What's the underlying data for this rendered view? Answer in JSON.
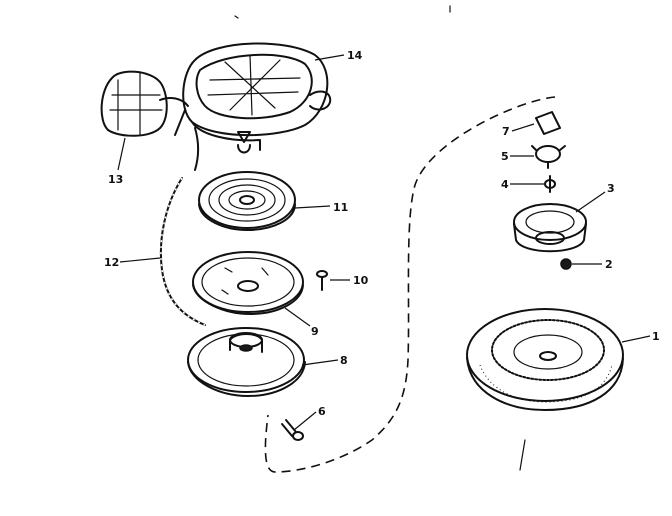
{
  "diagram": {
    "callouts": [
      {
        "id": "p14",
        "label": "14"
      },
      {
        "id": "p13",
        "label": "13"
      },
      {
        "id": "p11",
        "label": "11"
      },
      {
        "id": "p12",
        "label": "12"
      },
      {
        "id": "p10",
        "label": "10"
      },
      {
        "id": "p9",
        "label": "9"
      },
      {
        "id": "p8",
        "label": "8"
      },
      {
        "id": "p6",
        "label": "6"
      },
      {
        "id": "p7",
        "label": "7"
      },
      {
        "id": "p5",
        "label": "5"
      },
      {
        "id": "p4",
        "label": "4"
      },
      {
        "id": "p3",
        "label": "3"
      },
      {
        "id": "p2",
        "label": "2"
      },
      {
        "id": "p1",
        "label": "1"
      }
    ]
  }
}
